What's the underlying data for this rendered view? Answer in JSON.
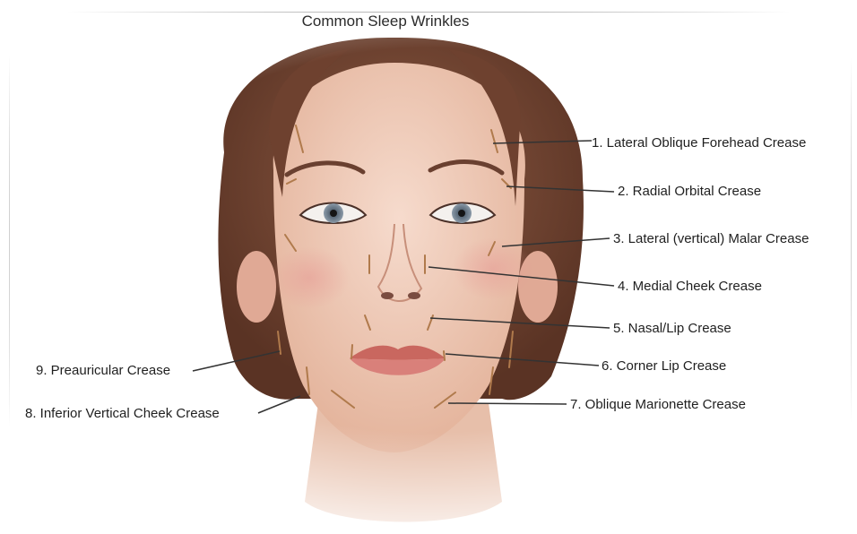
{
  "title": "Common Sleep Wrinkles",
  "labels": {
    "l1": "1. Lateral Oblique Forehead Crease",
    "l2": "2. Radial Orbital Crease",
    "l3": "3. Lateral (vertical) Malar Crease",
    "l4": "4. Medial Cheek Crease",
    "l5": "5. Nasal/Lip Crease",
    "l6": "6. Corner Lip Crease",
    "l7": "7. Oblique Marionette Crease",
    "l8": "8. Inferior Vertical Cheek Crease",
    "l9": "9. Preauricular Crease"
  },
  "colors": {
    "hair": "#7a4a35",
    "skin": "#efc9b6",
    "crease_marks": "#b07a4c",
    "leader_lines": "#333333"
  }
}
